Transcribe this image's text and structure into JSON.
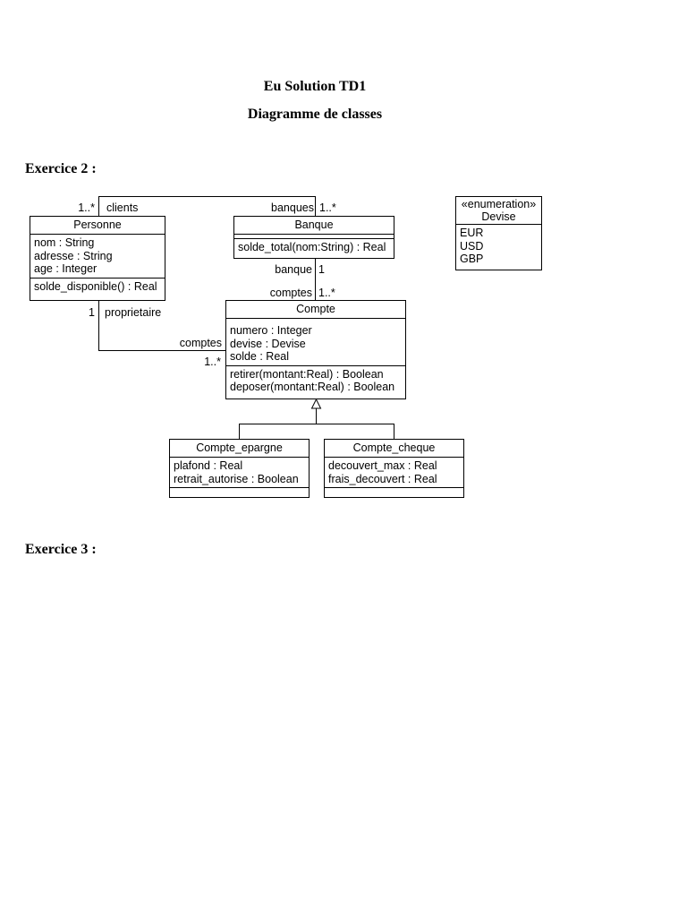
{
  "header": {
    "title": "Eu Solution TD1",
    "subtitle": "Diagramme de classes"
  },
  "exercises": {
    "ex2": "Exercice 2 :",
    "ex3": "Exercice 3 :"
  },
  "classes": {
    "personne": {
      "name": "Personne",
      "attributes": [
        "nom : String",
        "adresse : String",
        "age : Integer"
      ],
      "operations": [
        "solde_disponible() : Real"
      ]
    },
    "banque": {
      "name": "Banque",
      "operations": [
        "solde_total(nom:String) : Real"
      ]
    },
    "compte": {
      "name": "Compte",
      "attributes": [
        "numero : Integer",
        "devise : Devise",
        "solde : Real"
      ],
      "operations": [
        "retirer(montant:Real) : Boolean",
        "deposer(montant:Real) : Boolean"
      ]
    },
    "devise": {
      "stereotype": "«enumeration»",
      "name": "Devise",
      "literals": [
        "EUR",
        "USD",
        "GBP"
      ]
    },
    "compte_epargne": {
      "name": "Compte_epargne",
      "attributes": [
        "plafond : Real",
        "retrait_autorise : Boolean"
      ]
    },
    "compte_cheque": {
      "name": "Compte_cheque",
      "attributes": [
        "decouvert_max : Real",
        "frais_decouvert : Real"
      ]
    }
  },
  "associations": {
    "personne_banque": {
      "mult_personne": "1..*",
      "role_personne": "clients",
      "role_banque": "banques",
      "mult_banque": "1..*"
    },
    "banque_compte": {
      "role_banque": "banque",
      "mult_banque": "1",
      "role_compte": "comptes",
      "mult_compte": "1..*"
    },
    "personne_compte": {
      "mult_personne": "1",
      "role_personne": "proprietaire",
      "role_compte": "comptes",
      "mult_compte": "1..*"
    }
  }
}
